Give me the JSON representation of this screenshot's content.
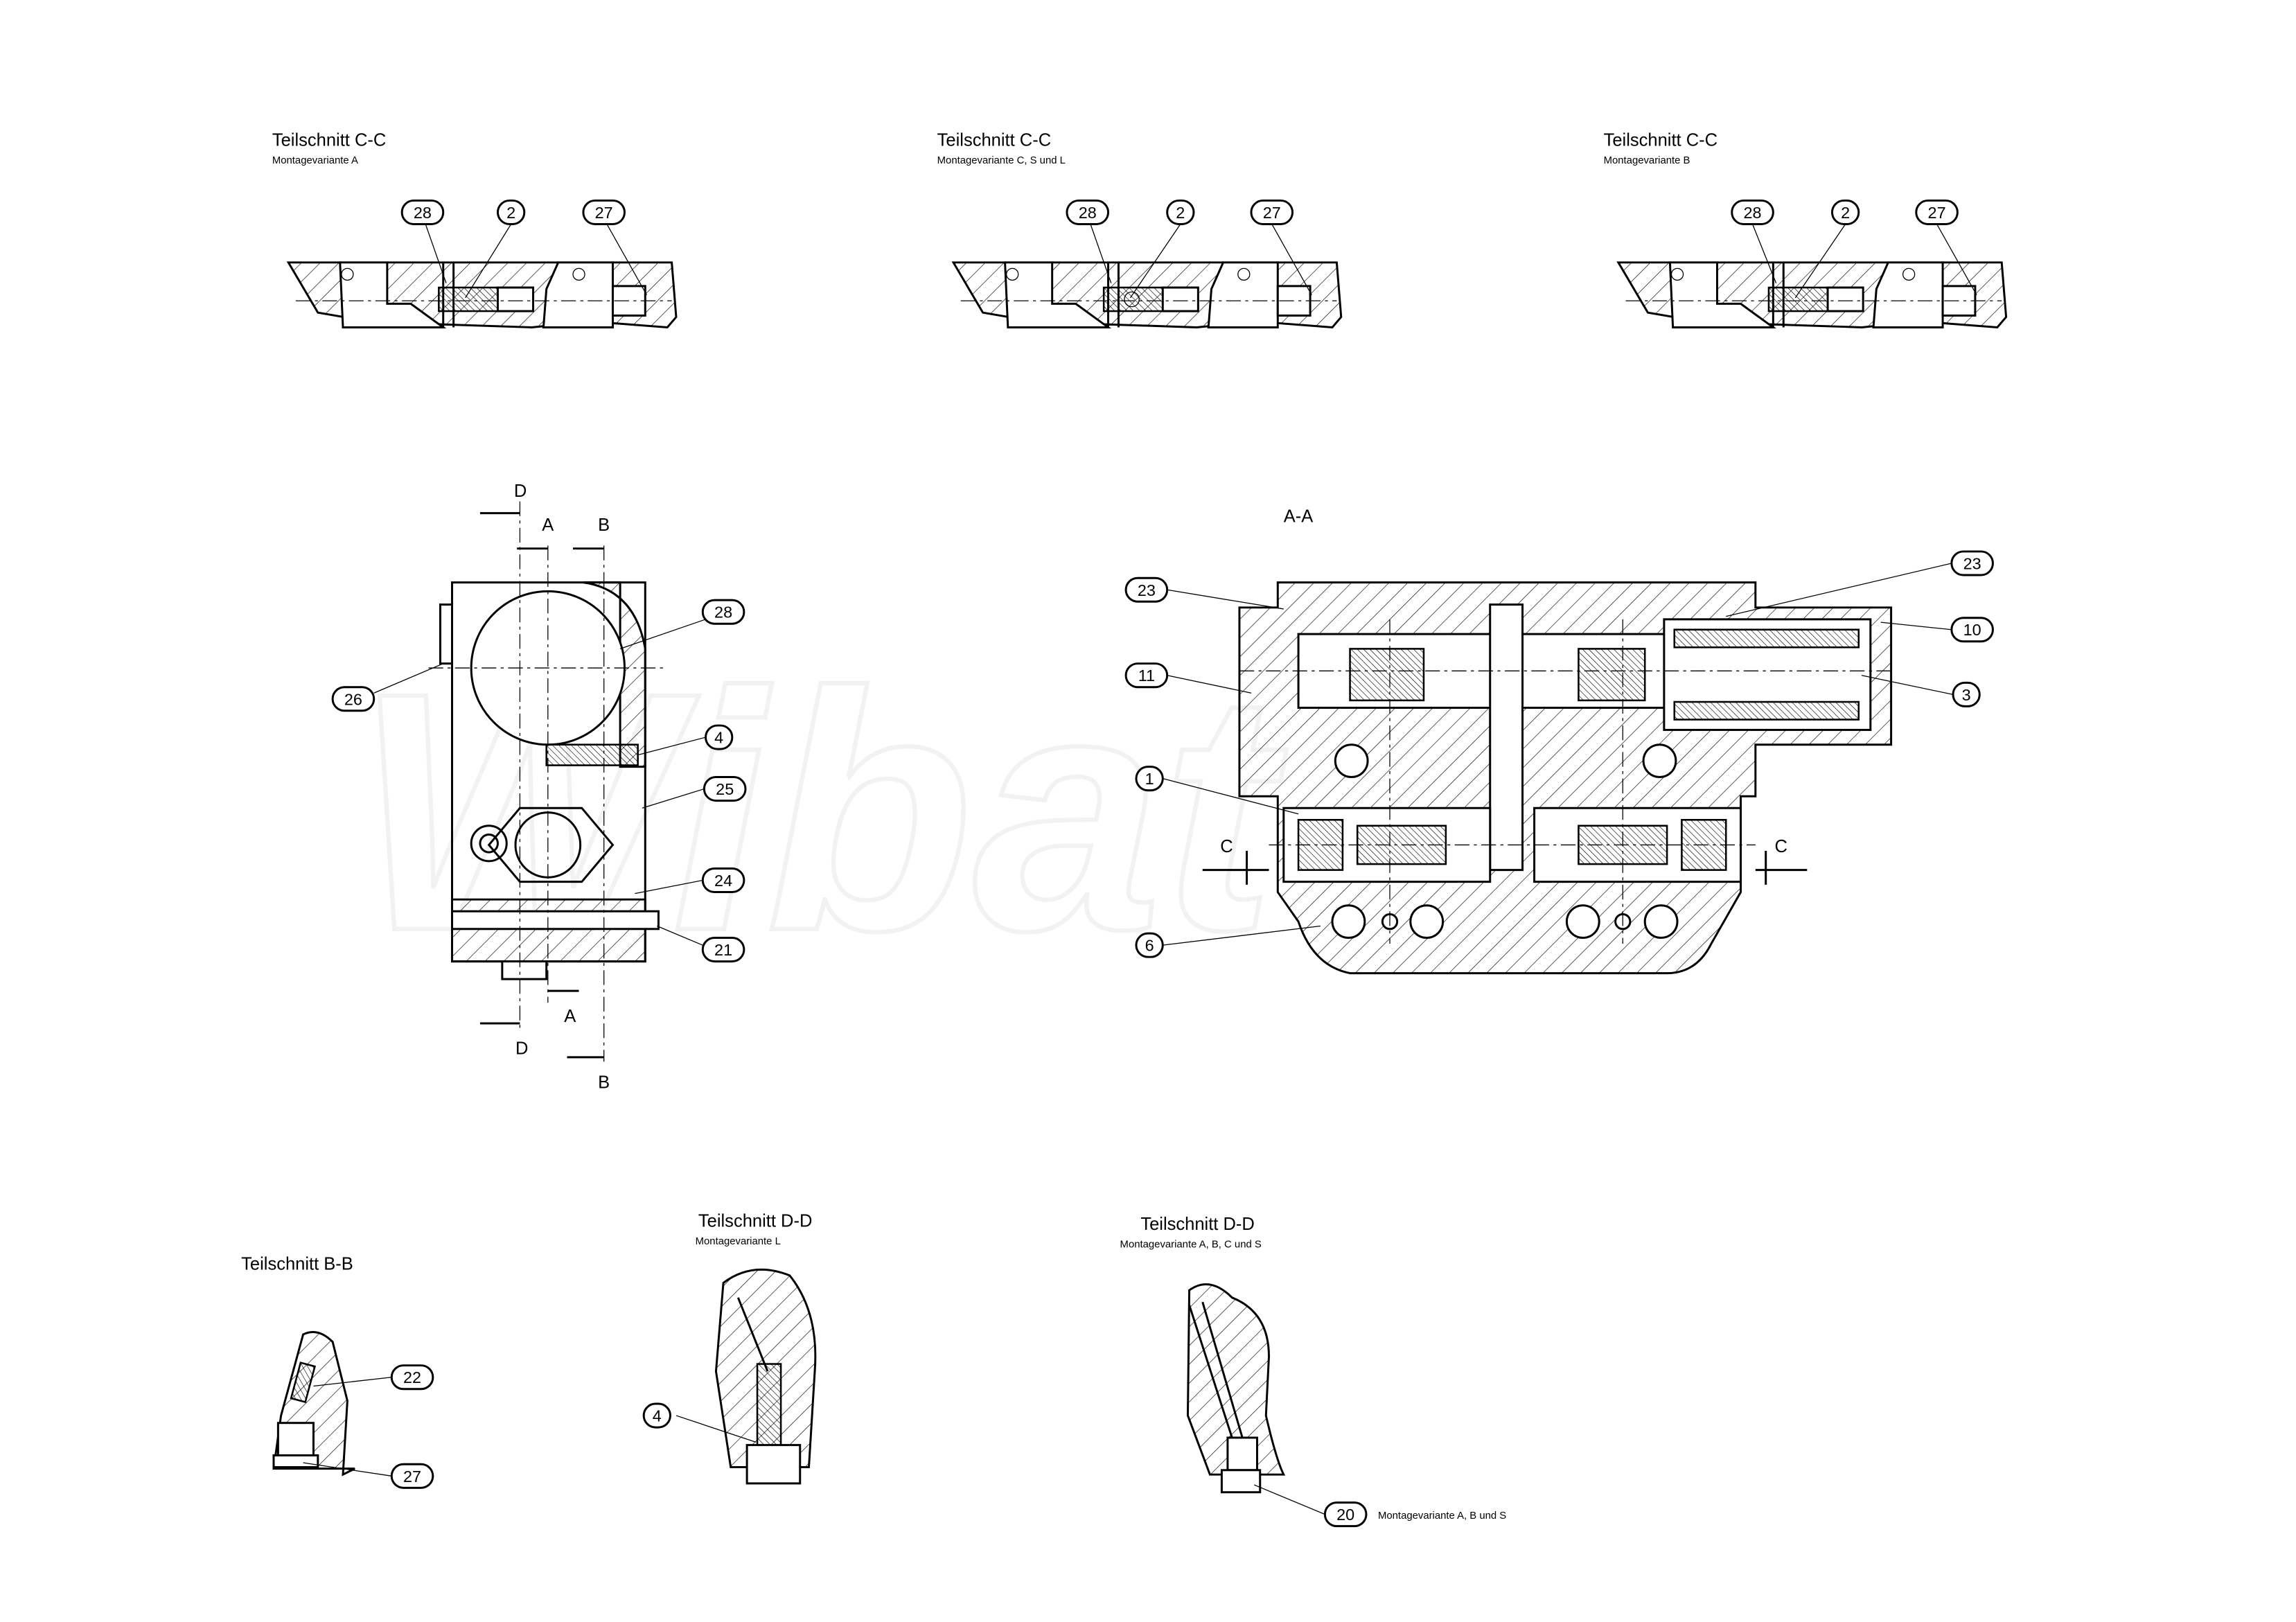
{
  "sections_cc": [
    {
      "title": "Teilschnitt C-C",
      "subtitle": "Montagevariante A",
      "balloons": [
        "28",
        "2",
        "27"
      ]
    },
    {
      "title": "Teilschnitt C-C",
      "subtitle": "Montagevariante C, S und L",
      "balloons": [
        "28",
        "2",
        "27"
      ]
    },
    {
      "title": "Teilschnitt C-C",
      "subtitle": "Montagevariante B",
      "balloons": [
        "28",
        "2",
        "27"
      ]
    }
  ],
  "side_view": {
    "cut_labels": {
      "d_top": "D",
      "a_top": "A",
      "b_top": "B",
      "a_bottom": "A",
      "d_bottom": "D",
      "b_bottom": "B"
    },
    "balloons": {
      "b28": "28",
      "b26": "26",
      "b4": "4",
      "b25": "25",
      "b24": "24",
      "b21": "21"
    }
  },
  "section_aa": {
    "title": "A-A",
    "cut_left": "C",
    "cut_right": "C",
    "balloons": {
      "b23l": "23",
      "b11": "11",
      "b1": "1",
      "b6": "6",
      "b23r": "23",
      "b10": "10",
      "b3": "3"
    }
  },
  "section_bb": {
    "title": "Teilschnitt B-B",
    "balloons": {
      "b22": "22",
      "b27": "27"
    }
  },
  "section_dd_l": {
    "title": "Teilschnitt D-D",
    "subtitle": "Montagevariante L",
    "balloons": {
      "b4": "4"
    }
  },
  "section_dd_abcs": {
    "title": "Teilschnitt D-D",
    "subtitle": "Montagevariante A, B, C und S",
    "balloons": {
      "b20": "20"
    },
    "note": "Montagevariante A, B und S"
  }
}
